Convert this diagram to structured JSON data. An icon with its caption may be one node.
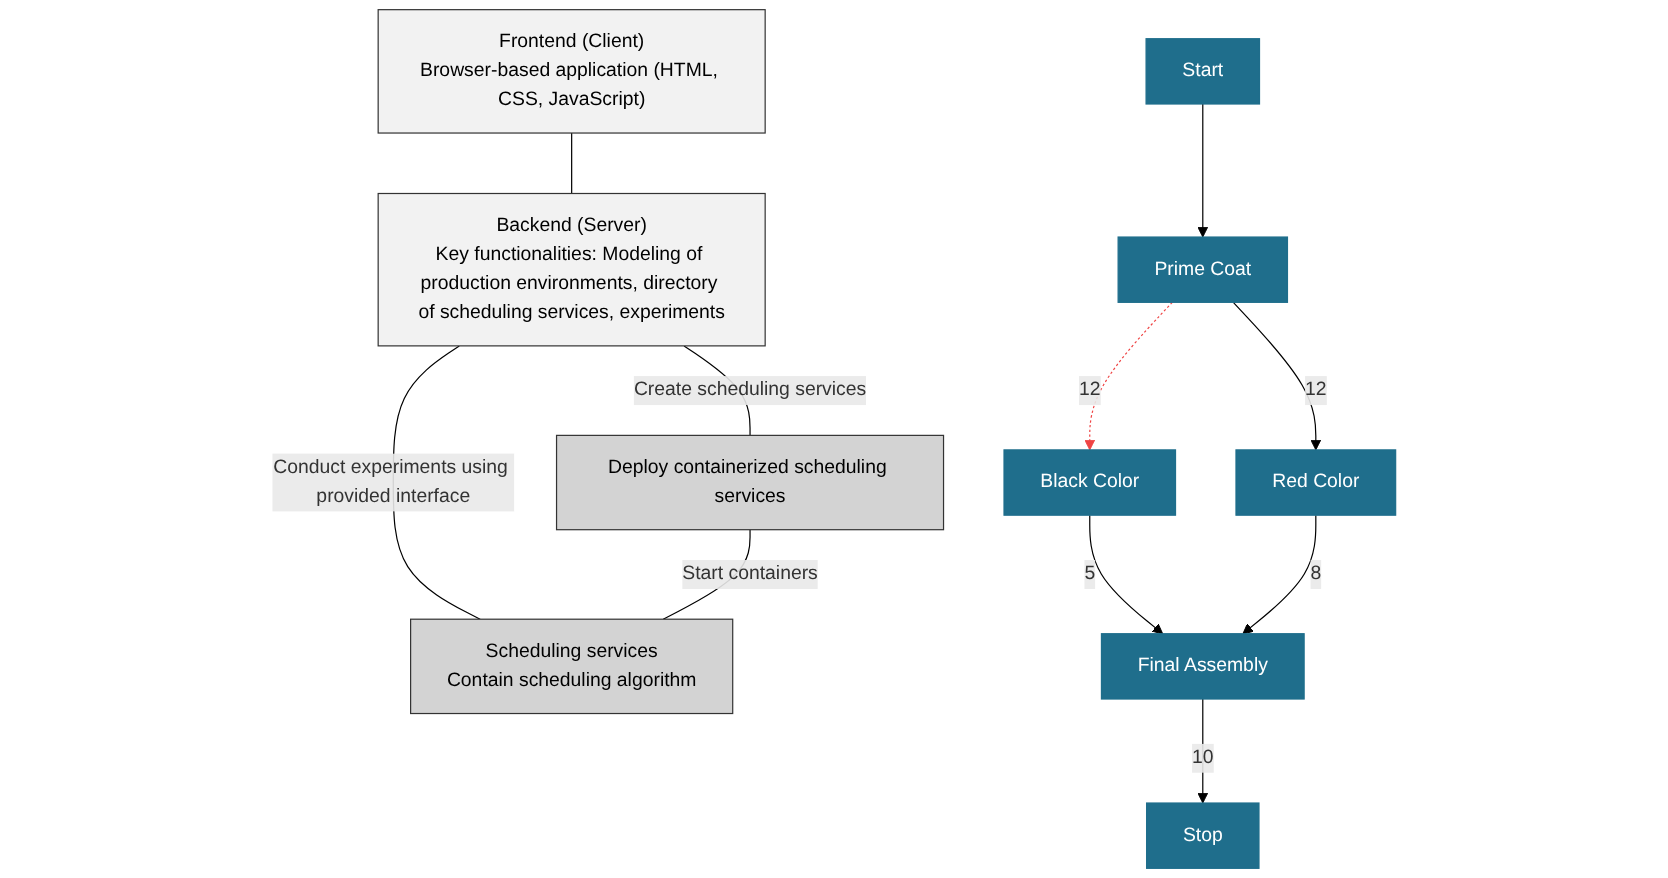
{
  "diagram": {
    "nodes": [
      {
        "text": [
          "Frontend (Client)",
          "Browser-based application (HTML, CSS, JavaScript)"
        ]
      },
      {
        "text": [
          "Backend (Server)",
          "Key functionalities: Modeling of production environments, directory of scheduling services, experiments"
        ]
      },
      {
        "text": [
          "Deploy containerized scheduling services"
        ]
      },
      {
        "text": [
          "Scheduling services",
          "Contain scheduling algorithm"
        ]
      },
      {
        "text": [
          "Start"
        ]
      },
      {
        "text": [
          "Prime Coat"
        ]
      },
      {
        "text": [
          "Black Color"
        ]
      },
      {
        "text": [
          "Red Color"
        ]
      },
      {
        "text": [
          "Final Assembly"
        ]
      },
      {
        "text": [
          "Stop"
        ]
      }
    ],
    "edges": [
      {
        "from": 0,
        "to": 1,
        "arrow": "none"
      },
      {
        "from": 1,
        "to": 2,
        "arrow": "none",
        "label": "Create scheduling services"
      },
      {
        "from": 1,
        "to": 3,
        "arrow": "none",
        "label": "Conduct experiments using provided interface"
      },
      {
        "from": 2,
        "to": 3,
        "arrow": "none",
        "label": "Start containers"
      },
      {
        "from": 4,
        "to": 5,
        "arrow": "to"
      },
      {
        "from": 5,
        "to": 6,
        "arrow": "to",
        "label": "12",
        "style": "dashed",
        "color": "#ef4444"
      },
      {
        "from": 5,
        "to": 7,
        "arrow": "to",
        "label": "12"
      },
      {
        "from": 6,
        "to": 8,
        "arrow": "to",
        "label": "5"
      },
      {
        "from": 7,
        "to": 8,
        "arrow": "to",
        "label": "8"
      },
      {
        "from": 8,
        "to": 9,
        "arrow": "to",
        "label": "10"
      }
    ]
  }
}
